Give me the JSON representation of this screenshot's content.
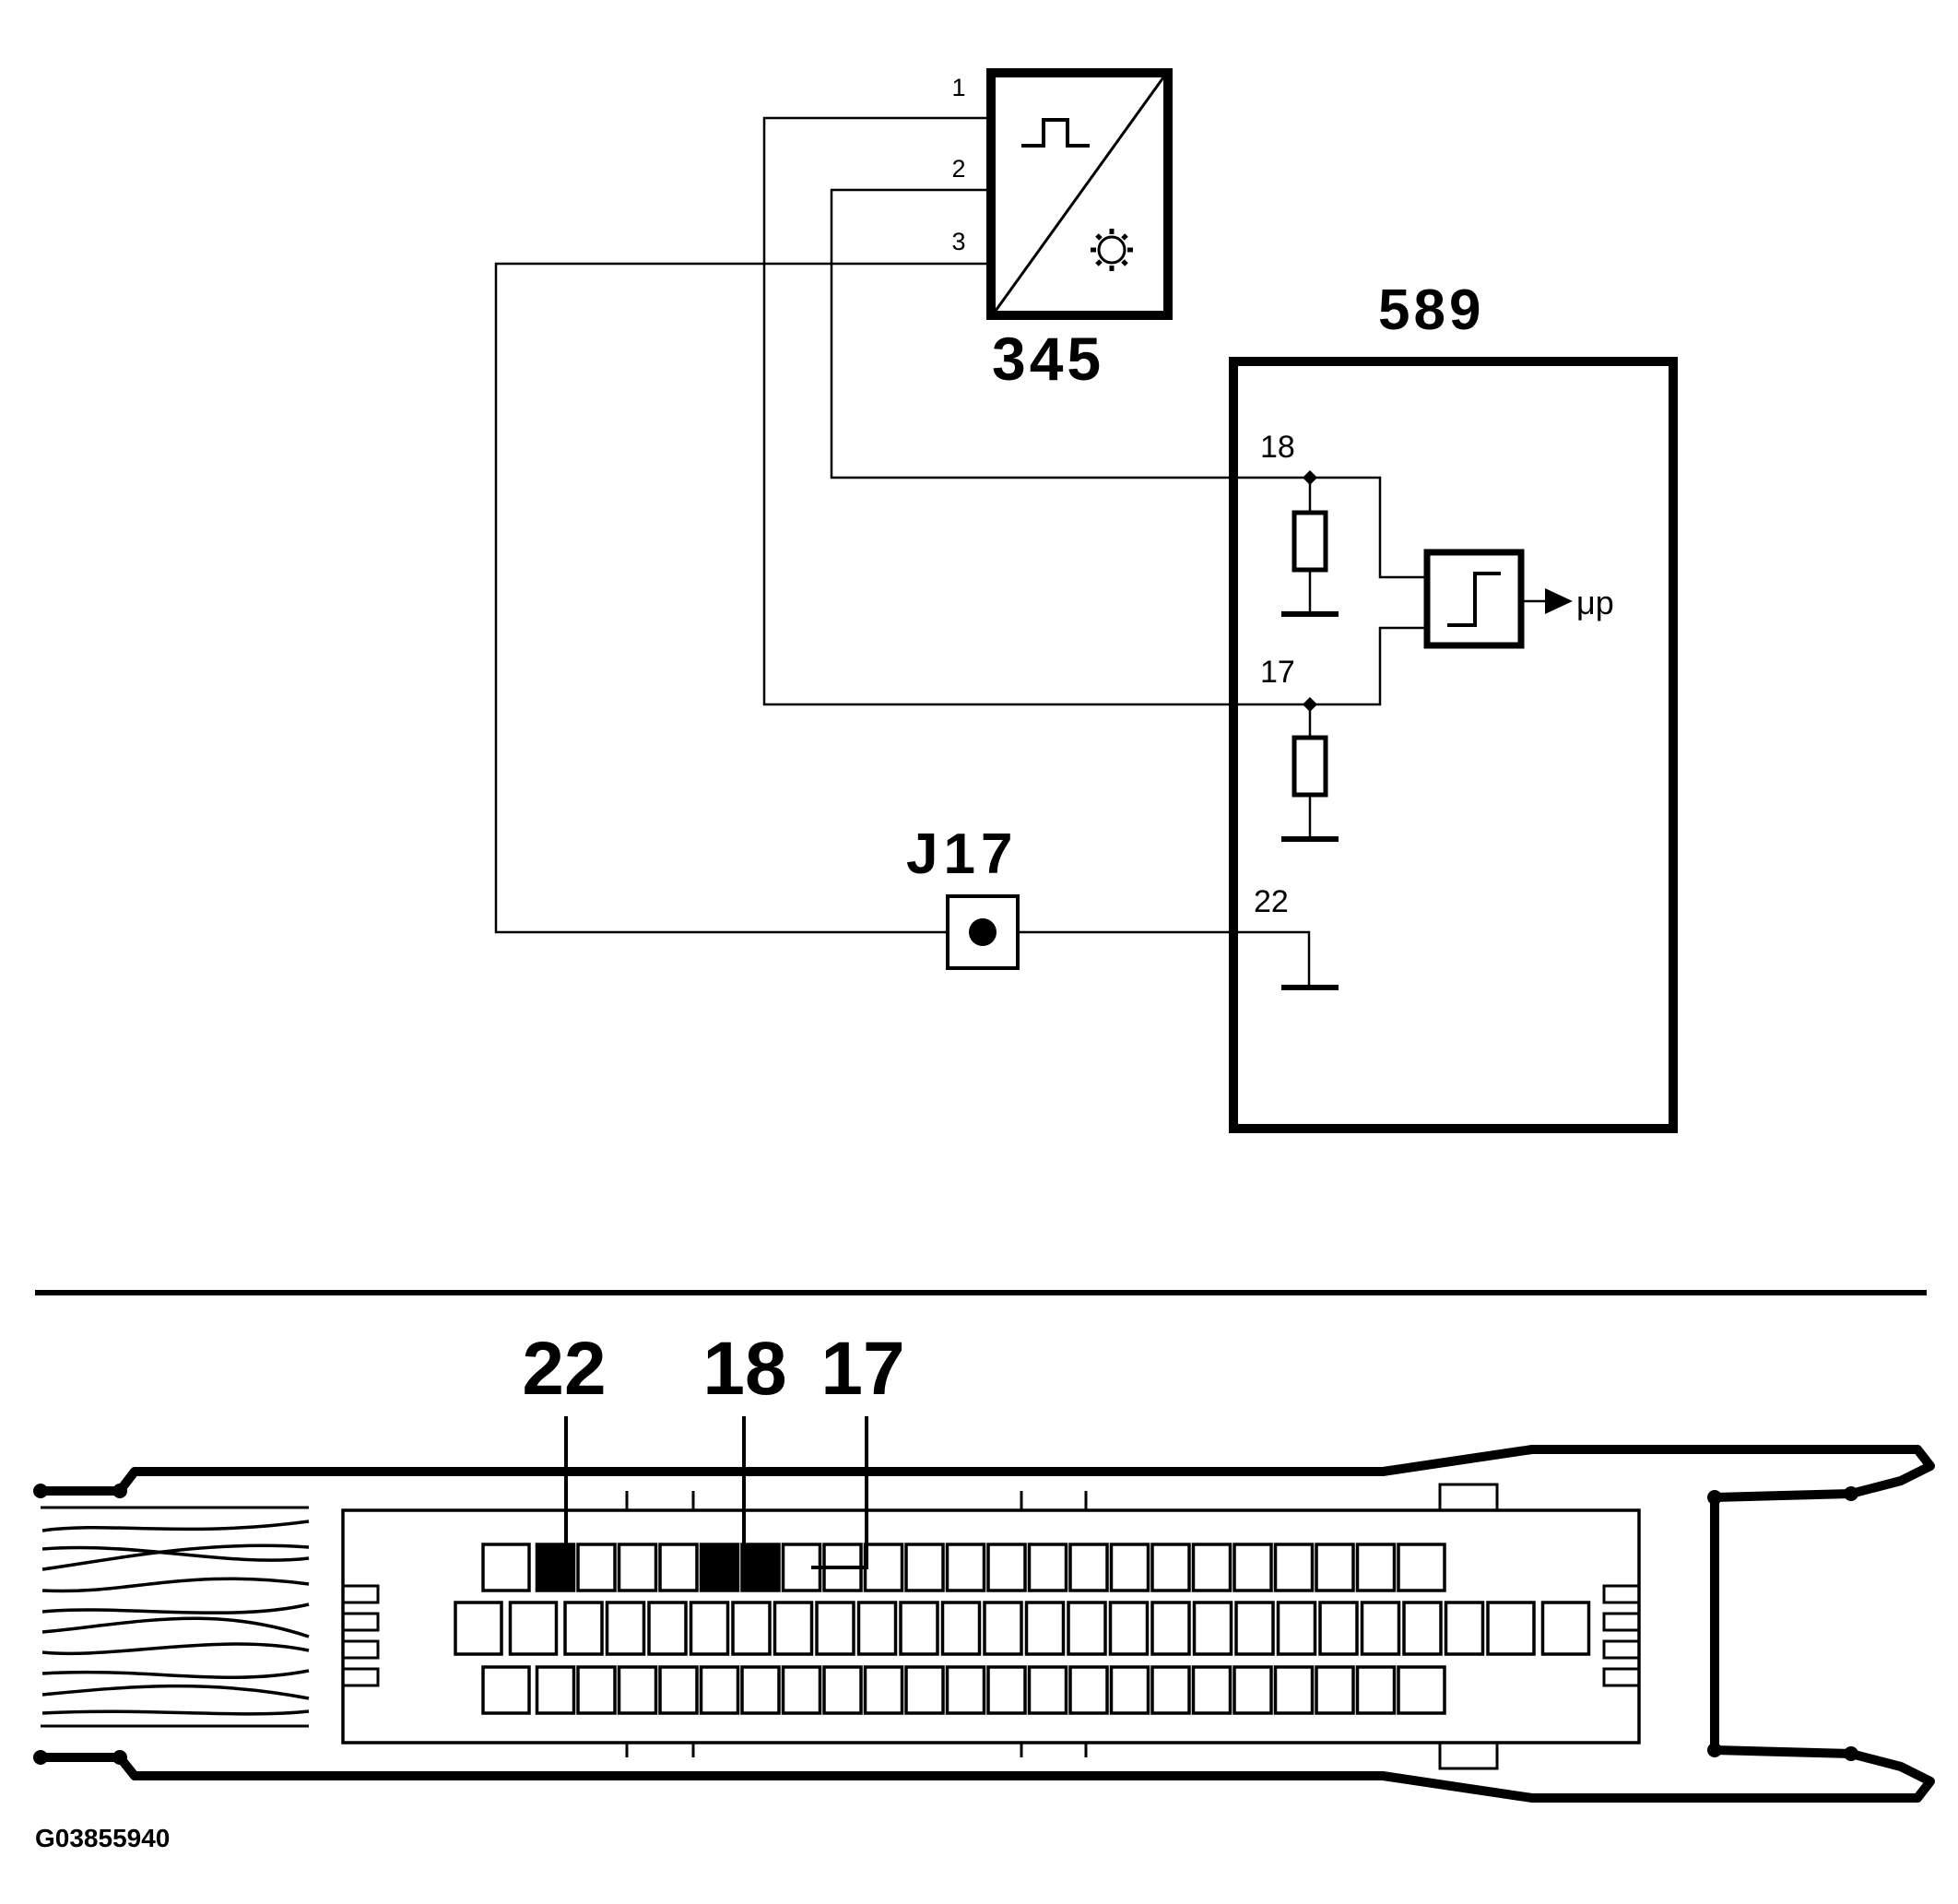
{
  "colors": {
    "ink": "#000000",
    "background": "#ffffff"
  },
  "sensor": {
    "id": "345",
    "pins": [
      "1",
      "2",
      "3"
    ],
    "icons": [
      "square-pulse-icon",
      "toothed-wheel-icon"
    ]
  },
  "ecu": {
    "id": "589",
    "pins": {
      "signal_plus": "18",
      "signal_minus": "17",
      "ground": "22"
    },
    "output_label": "μp",
    "icons": [
      "resistor-icon",
      "ground-icon",
      "schmitt-trigger-icon",
      "output-arrow-icon"
    ]
  },
  "junction": {
    "id": "J17",
    "icons": [
      "junction-dot-icon"
    ]
  },
  "connector": {
    "highlighted_pins": [
      {
        "id": "22",
        "row": 0,
        "index": 1
      },
      {
        "id": "18",
        "row": 0,
        "index": 5
      },
      {
        "id": "17",
        "row": 0,
        "index": 6
      }
    ],
    "rows": [
      {
        "name": "top",
        "pin_count": 23
      },
      {
        "name": "middle",
        "pin_count": 26
      },
      {
        "name": "bottom",
        "pin_count": 23
      }
    ]
  },
  "figure_code": "G03855940"
}
